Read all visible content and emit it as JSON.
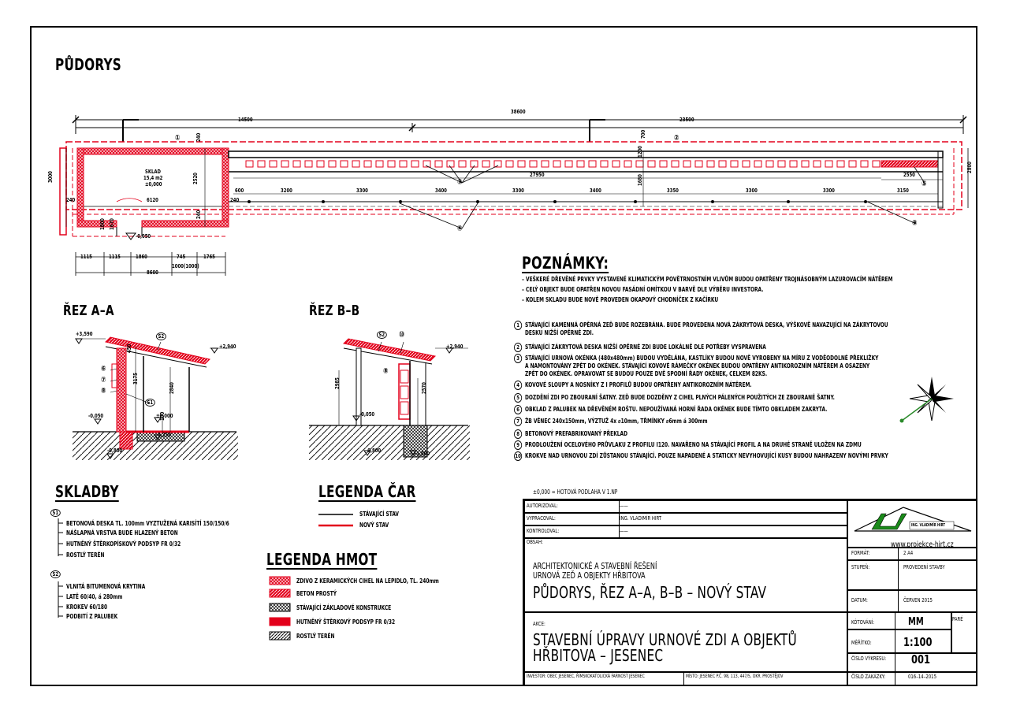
{
  "plan": {
    "title": "PŮDORYS",
    "dims_top": {
      "total": "38600",
      "left": "14500",
      "right": "23500"
    },
    "section_marks": {
      "m1": "①",
      "m2": "②",
      "m3": "③",
      "m4": "④",
      "m5": "⑤",
      "m9": "⑨"
    },
    "room": {
      "number": "SKLAD",
      "area": "15,4 m2",
      "level": "±0,000",
      "width": "6120"
    },
    "dims_wall": {
      "d27950": "27950",
      "d2550": "2550",
      "d700": "700",
      "d1200": "1200",
      "d1680": "1680",
      "d3000": "3000",
      "d2520": "2520",
      "d240a": "240",
      "d240b": "240",
      "d240c": "240",
      "d240d": "240",
      "d2800": "2800",
      "d600": "600",
      "d3150": "3150"
    },
    "spacings": [
      "3200",
      "3300",
      "3400",
      "3300",
      "3400",
      "3350",
      "3300",
      "3300"
    ],
    "bottom_dims": [
      "1115",
      "1115",
      "1860",
      "745",
      "1765"
    ],
    "bottom_total": "8600",
    "door": "1000(1000)",
    "door_v1": "1800",
    "door_v2": "1670",
    "level_out": "-0,050"
  },
  "section_aa": {
    "title": "ŘEZ A–A",
    "lv_top": "+3,590",
    "lv_right": "+2,940",
    "lv_floor": "±0,000",
    "lv_out": "-0,050",
    "lv_fnd": "-0,800",
    "lv_250": "0,250",
    "h1": "3175",
    "h2": "2840",
    "h3": "450",
    "h4": "100",
    "marks": [
      "⑥",
      "⑦",
      "⑧"
    ],
    "s1": "S1",
    "s2": "S2"
  },
  "section_bb": {
    "title": "ŘEZ B–B",
    "lv_right": "+2,940",
    "lv_out": "-0,050",
    "lv_fnd": "-0,800",
    "lv_fnd2": "-1,000",
    "h1": "2985",
    "h2": "2570",
    "s2": "S2",
    "m10": "⑩",
    "m8": "⑧"
  },
  "notes": {
    "title": "POZNÁMKY:",
    "general": [
      "– VEŠKERÉ DŘEVĚNÉ PRVKY VYSTAVENÉ KLIMATICKÝM POVĚTRNOSTNÍM VLIVŮM BUDOU OPATŘENY TROJNÁSOBNÝM LAZUROVACÍM NÁTĚREM",
      "– CELÝ OBJEKT BUDE OPATŘEN NOVOU FASÁDNÍ OMÍTKOU V BARVĚ DLE VÝBĚRU INVESTORA.",
      "– KOLEM SKLADU BUDE NOVĚ PROVEDEN OKAPOVÝ CHODNÍČEK Z KAČÍRKU"
    ],
    "items": [
      {
        "n": "1",
        "t": "STÁVAJÍCÍ KAMENNÁ OPĚRNÁ ZEĎ BUDE ROZEBRÁNA. BUDE PROVEDENA NOVÁ ZÁKRYTOVÁ DESKA, VÝŠKOVĚ NAVAZUJÍCÍ NA ZÁKRYTOVOU",
        "t2": "DESKU NIŽŠÍ OPĚRNÉ ZDI."
      },
      {
        "n": "2",
        "t": "STÁVAJÍCÍ ZÁKRYTOVÁ DESKA NIŽŠÍ OPĚRNÉ ZDI BUDE LOKÁLNĚ DLE POTŘEBY VYSPRAVENA",
        "t2": ""
      },
      {
        "n": "3",
        "t": "STÁVAJÍCÍ URNOVÁ OKÉNKA (480x480mm) BUDOU VYDĚLÁNA, KASTLÍKY BUDOU NOVĚ VYROBENY NA MÍRU Z VODĚODOLNÉ PŘEKLIŽKY",
        "t2": "A NAMONTOVÁNY ZPĚT DO OKÉNEK. STÁVAJÍCÍ KOVOVÉ RÁMEČKY OKÉNEK BUDOU OPATŘENY ANTIKOROZNÍM NÁTĚREM A OSAZENY",
        "t3": "ZPĚT DO OKÉNEK. OPRAVOVAT SE BUDOU POUZE DVĚ SPODNÍ ŘADY OKÉNEK, CELKEM 82KS."
      },
      {
        "n": "4",
        "t": "KOVOVÉ SLOUPY A NOSNÍKY Z I PROFILŮ BUDOU OPATŘENY ANTIKOROZNÍM NÁTĚREM.",
        "t2": ""
      },
      {
        "n": "5",
        "t": "DOZDĚNÍ ZDI PO ZBOURANÍ ŠATNY. ZEĎ BUDE DOZDĚNY Z CIHEL PLNÝCH PÁLENÝCH POUŽITÝCH ZE ZBOURANÉ ŠATNY.",
        "t2": ""
      },
      {
        "n": "6",
        "t": "OBKLAD Z PALUBEK NA DŘEVĚNÉM ROŠTU. NEPOUŽÍVANÁ HORNÍ ŘADA OKÉNEK BUDE TÍMTO OBKLADEM ZAKRYTA.",
        "t2": ""
      },
      {
        "n": "7",
        "t": "ŽB VĚNEC 240x150mm, VÝZTUŽ 4x ⌀10mm, TŘMÍNKY ⌀6mm á 300mm",
        "t2": ""
      },
      {
        "n": "8",
        "t": "BETONOVÝ PREFABRIKOVANÝ PŘEKLAD",
        "t2": ""
      },
      {
        "n": "9",
        "t": "PRODLOUŽENÍ OCELOVÉHO PRŮVLAKU Z PROFILU I120. NAVAŘENO NA STÁVAJÍCÍ PROFIL A NA DRUHÉ STRANĚ ULOŽEN NA ZDMU",
        "t2": ""
      },
      {
        "n": "10",
        "t": "KROKVE NAD URNOVOU ZDÍ ZŮSTANOU STÁVAJÍCÍ. POUZE NAPADENÉ A STATICKY NEVYHOVUJÍCÍ KUSY BUDOU NAHRAZENY NOVÝMI PRVKY",
        "t2": ""
      }
    ],
    "zero_note": "±0,000 = HOTOVÁ PODLAHA V 1.NP"
  },
  "skladby": {
    "title": "SKLADBY",
    "s1_label": "S1",
    "s1": [
      "BETONOVÁ DESKA TL. 100mm VYZTUŽENÁ KARISÍTÍ 150/150/6",
      "NÁŠLAPNÁ VRSTVA BUDE HLAZENÝ BETON",
      "HUTNĚNÝ ŠTĚRKOPÍSKOVÝ PODSYP FR 0/32",
      "ROSTLÝ TERÉN"
    ],
    "s2_label": "S2",
    "s2": [
      "VLNITÁ BITUMENOVÁ KRYTINA",
      "LATĚ 60/40, á 280mm",
      "KROKEV 60/180",
      "PODBITÍ Z PALUBEK"
    ]
  },
  "legenda_car": {
    "title": "LEGENDA ČAR",
    "existing": "STÁVAJÍCÍ STAV",
    "new": "NOVÝ STAV",
    "color_new": "#e3001b"
  },
  "legenda_hmot": {
    "title": "LEGENDA HMOT",
    "items": [
      "ZDIVO Z KERAMICKÝCH CIHEL NA LEPIDLO, TL. 240mm",
      "BETON PROSTÝ",
      "STÁVAJÍCÍ ZÁKLADOVÉ KONSTRUKCE",
      "HUTNĚNÝ ŠTĚRKOVÝ PODSYP FR 0/32",
      "ROSTLÝ TERÉN"
    ]
  },
  "titleblock": {
    "autorizoval_l": "AUTORIZOVAL:",
    "autorizoval_v": "——",
    "vypracoval_l": "VYPRACOVAL:",
    "vypracoval_v": "ING. VLADIMÍR HIRT",
    "kontroloval_l": "KONTROLOVAL:",
    "kontroloval_v": "——",
    "obsah_l": "OBSAH:",
    "obsah_1": "ARCHITEKTONICKÉ A STAVEBNÍ ŘEŠENÍ",
    "obsah_2": "URNOVÁ ZEĎ A OBJEKTY HŘBITOVA",
    "obsah_title": "PŮDORYS, ŘEZ A–A, B–B – NOVÝ STAV",
    "logo_text": "www.projekce-hirt.cz",
    "logo_sub": "ING. VLADIMÍR HIRT",
    "format_l": "FORMÁT:",
    "format_v": "2 A4",
    "stupen_l": "STUPEŇ:",
    "stupen_v": "PROVEDENÍ STAVBY",
    "datum_l": "DATUM:",
    "datum_v": "ČERVEN 2015",
    "akce_l": "AKCE:",
    "akce_1": "STAVEBNÍ ÚPRAVY URNOVÉ ZDI A OBJEKTŮ",
    "akce_2": "HŘBITOVA – JESENEC",
    "kotovani_l": "KÓTOVÁNÍ:",
    "kotovani_v": "MM",
    "pare_l": "PARÉ",
    "meritko_l": "MĚŘÍTKO:",
    "meritko_v": "1:100",
    "cislo_l": "ČÍSLO VÝKRESU:",
    "cislo_v": "001",
    "zakazka_l": "ČÍSLO ZAKÁZKY:",
    "zakazka_v": "016–14–2015",
    "investor": "INVESTOR: OBEC JESENEC, ŘÍMSKOKATOLICKÁ FARNOST JESENEC",
    "misto": "MÍSTO: JESENEC P.Č. 98, 113, 447/5, OKR. PROSTĚJOV"
  }
}
